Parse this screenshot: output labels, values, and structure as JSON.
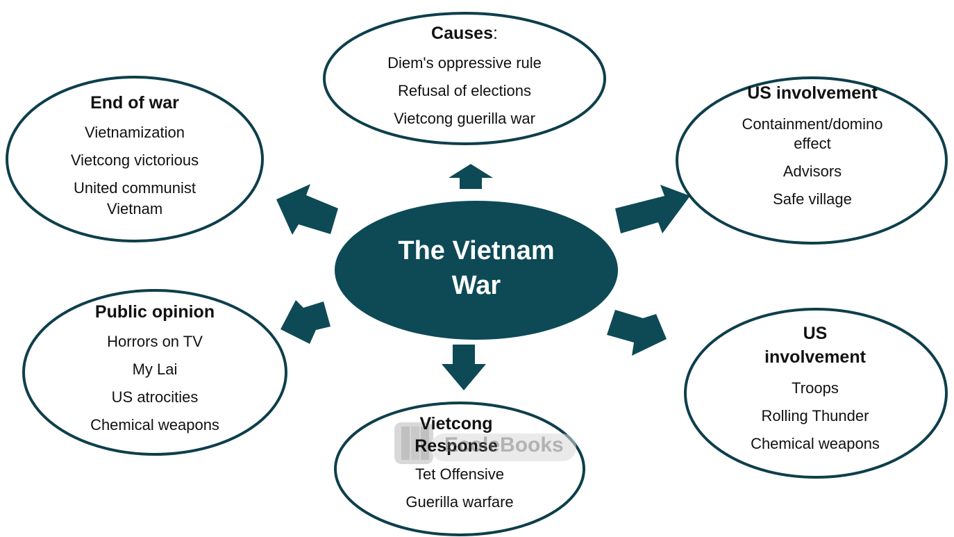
{
  "colors": {
    "center_fill": "#0d4a55",
    "arrow_fill": "#0d4a55",
    "node_border": "#0d3f4b",
    "node_fill": "#ffffff",
    "text": "#111111"
  },
  "center": {
    "title_line1": "The Vietnam",
    "title_line2": "War"
  },
  "causes": {
    "title": "Causes",
    "title_suffix": ":",
    "items": [
      "Diem's oppressive rule",
      "Refusal of elections",
      "Vietcong guerilla war"
    ]
  },
  "end_of_war": {
    "title": "End of war",
    "items": [
      "Vietnamization",
      "Vietcong victorious",
      "United communist",
      "Vietnam"
    ]
  },
  "us_involvement_1": {
    "title": "US involvement",
    "items": [
      "Containment/domino",
      "effect",
      "Advisors",
      "Safe village"
    ]
  },
  "public_opinion": {
    "title": "Public opinion",
    "items": [
      "Horrors on TV",
      "My Lai",
      "US atrocities",
      "Chemical weapons"
    ]
  },
  "us_involvement_2": {
    "title_line1": "US",
    "title_line2": "involvement",
    "items": [
      "Troops",
      "Rolling Thunder",
      "Chemical weapons"
    ]
  },
  "vietcong_response": {
    "title_line1": "Vietcong",
    "title_line2": "Response",
    "items": [
      "Tet Offensive",
      "Guerilla warfare"
    ]
  },
  "watermark": {
    "text": "EcoleBooks",
    "icon": "book-icon"
  }
}
